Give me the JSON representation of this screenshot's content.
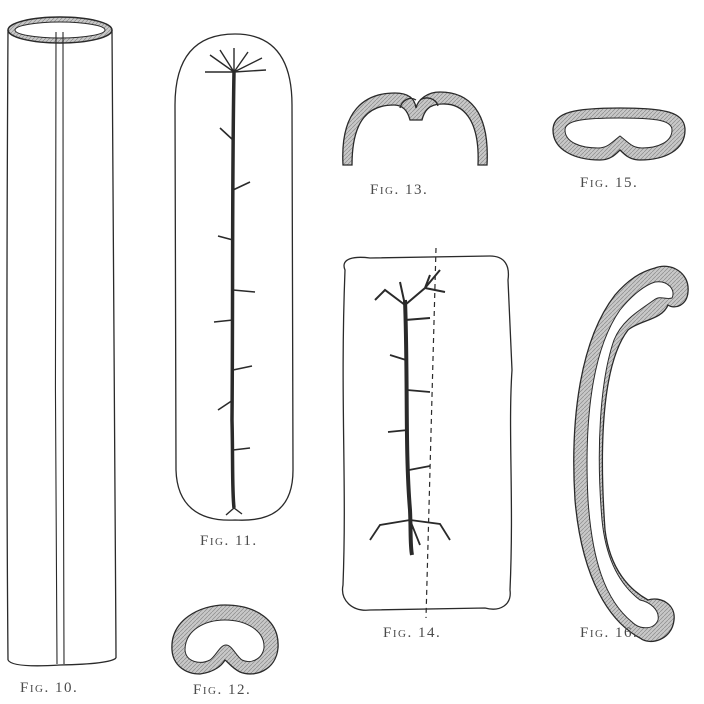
{
  "plate": {
    "captions": {
      "fig10": "Fig. 10.",
      "fig11": "Fig. 11.",
      "fig12": "Fig. 12.",
      "fig13": "Fig. 13.",
      "fig14": "Fig. 14.",
      "fig15": "Fig. 15.",
      "fig16": "Fig. 16."
    },
    "colors": {
      "ink": "#2a2a2a",
      "tissue": "#bdbdbd",
      "hatching": "#8a8a8a",
      "paper": "#ffffff"
    }
  }
}
